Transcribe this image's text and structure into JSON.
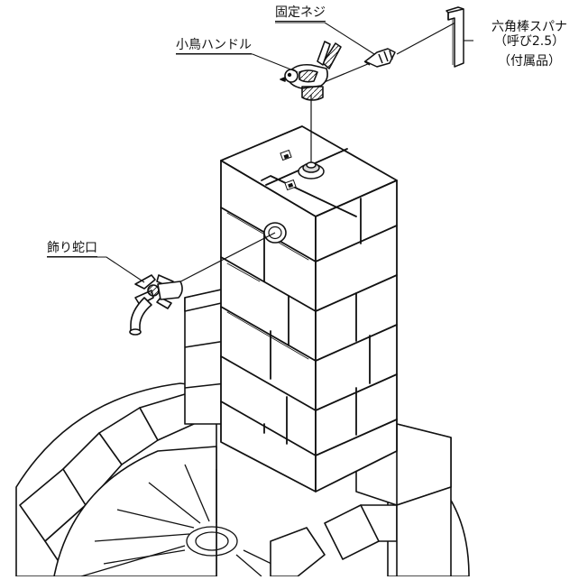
{
  "labels": {
    "fixing_screw": "固定ネジ",
    "bird_handle": "小鳥ハンドル",
    "hex_wrench_line1": "六角棒スパナ",
    "hex_wrench_line2": "（呼び2.5）",
    "hex_wrench_line3": "（付属品）",
    "decorative_faucet": "飾り蛇口"
  },
  "colors": {
    "line": "#111111",
    "fill": "#ffffff",
    "shade": "#d9d9d9"
  }
}
